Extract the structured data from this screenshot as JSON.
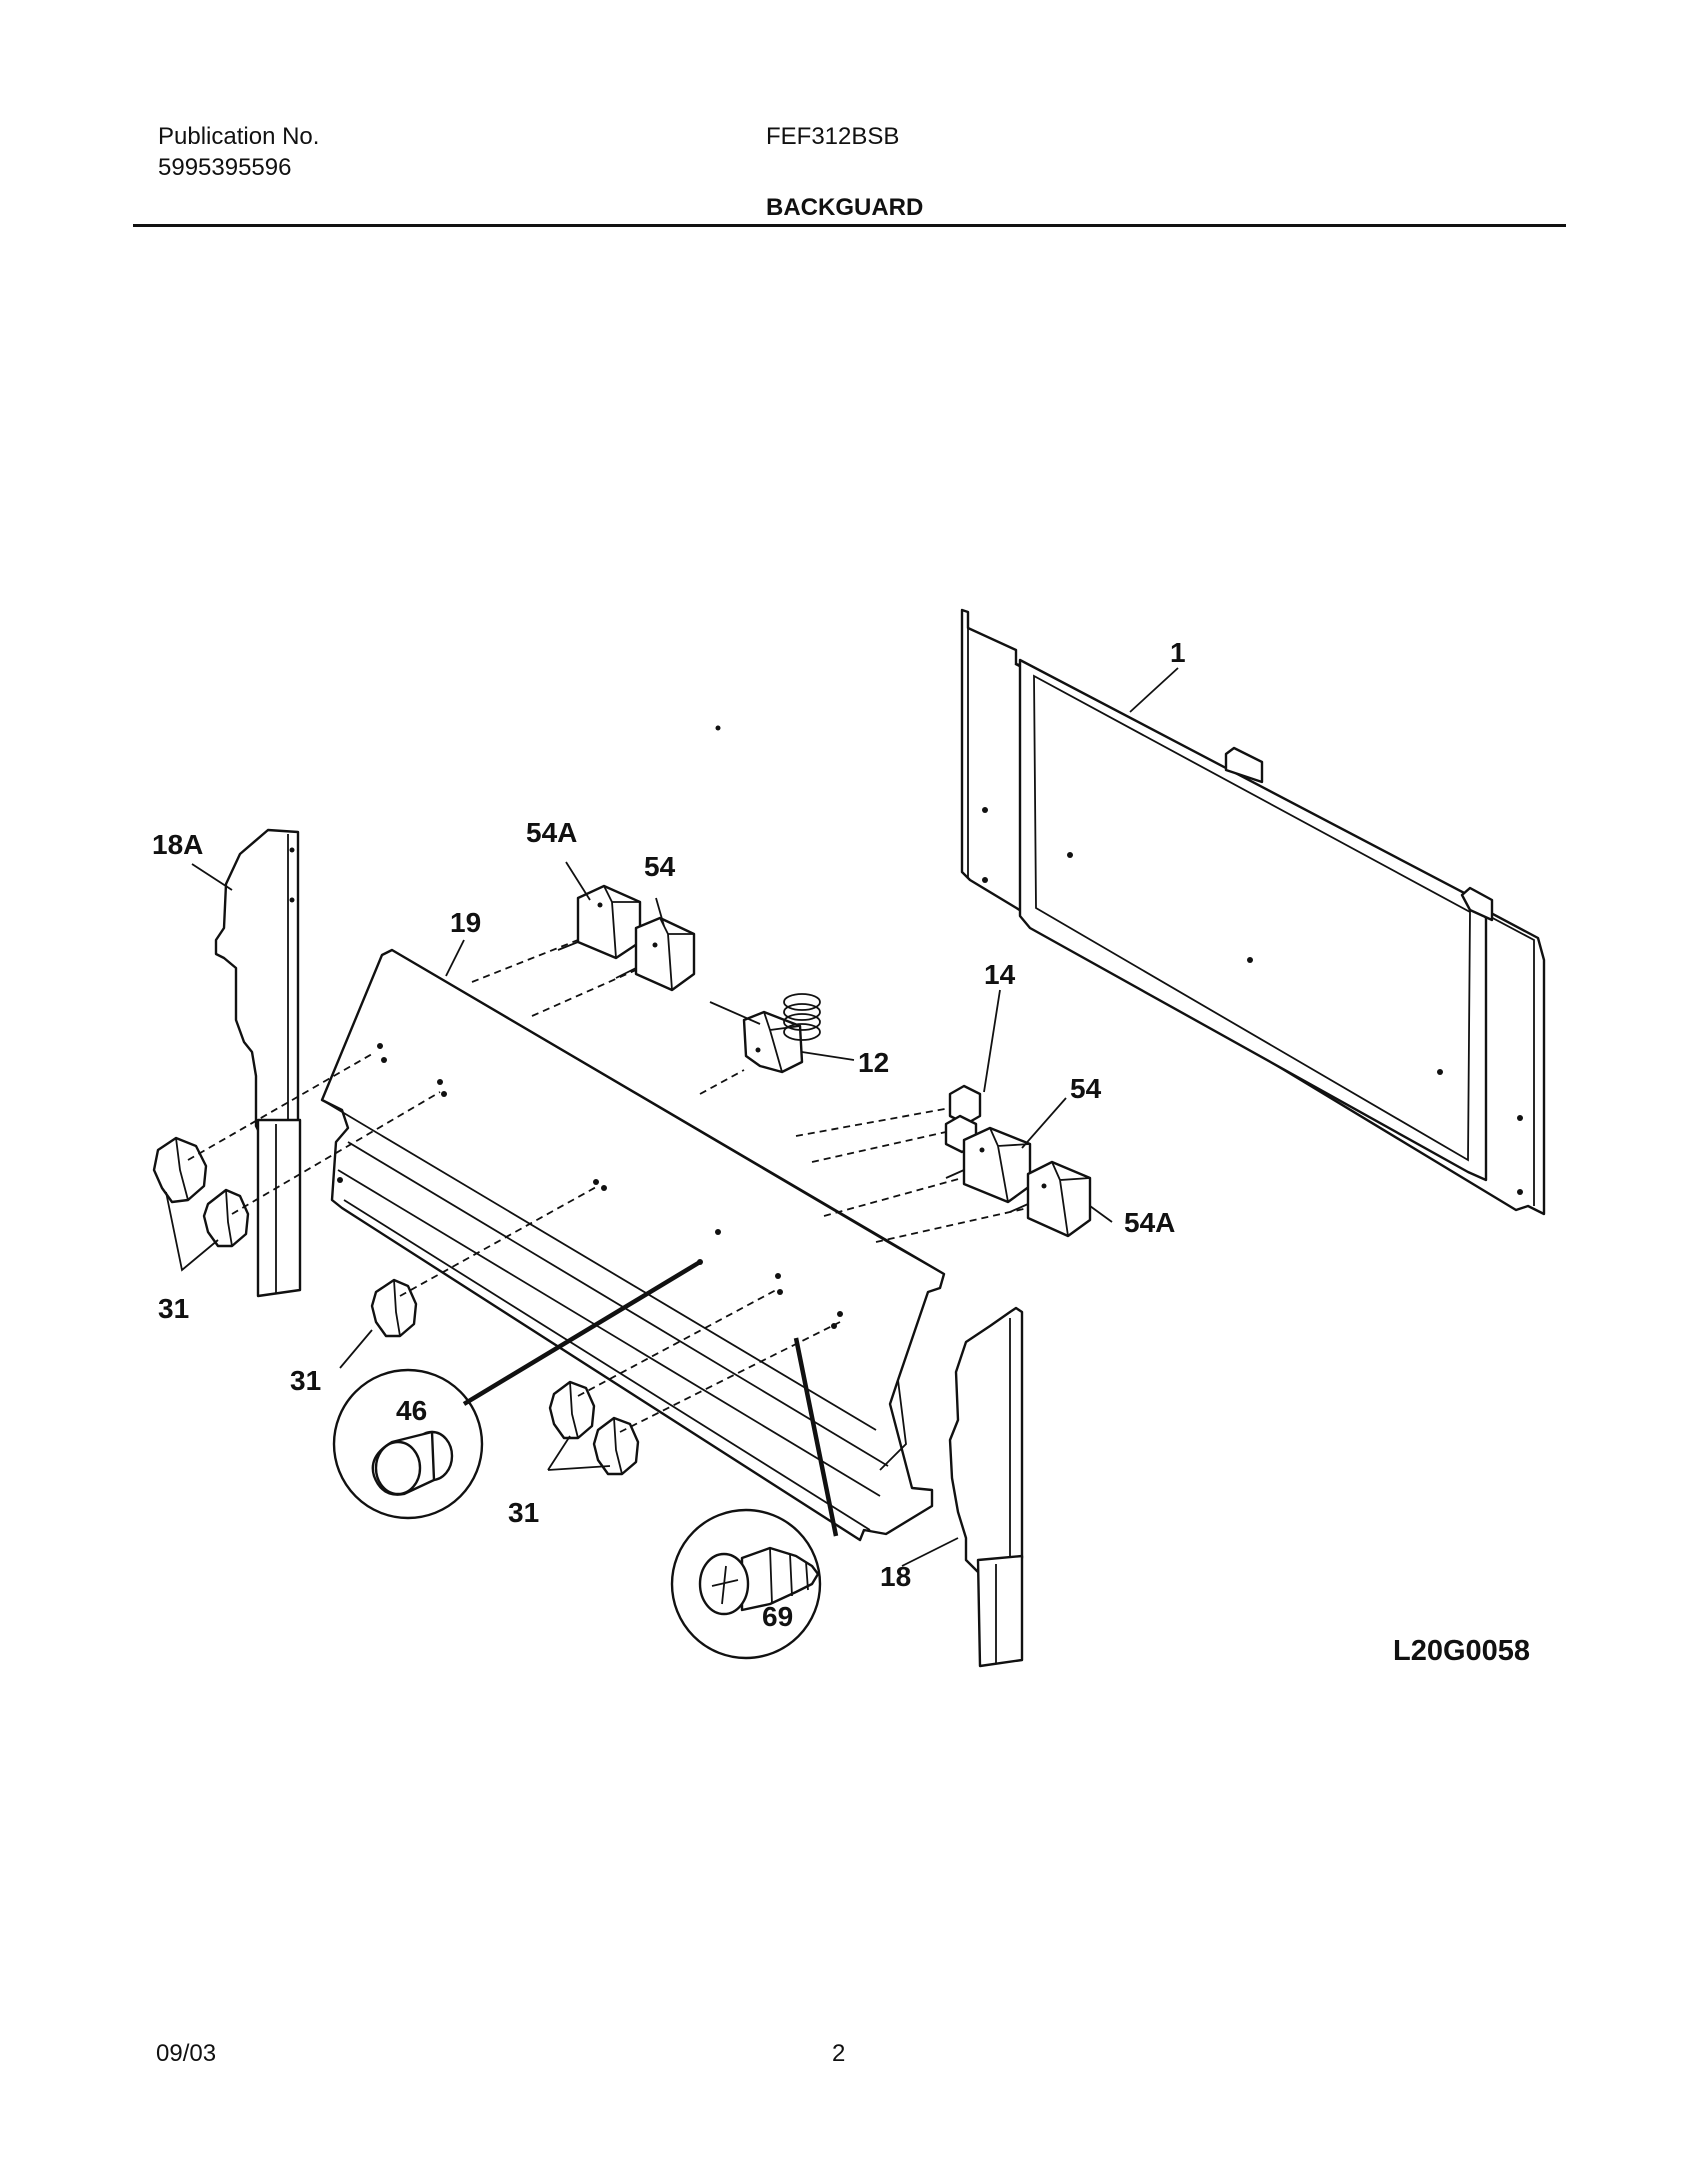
{
  "header": {
    "publication_label": "Publication No.",
    "publication_number": "5995395596",
    "model": "FEF312BSB",
    "section_title": "BACKGUARD"
  },
  "diagram": {
    "drawing_code": "L20G0058",
    "callouts": {
      "c1": "1",
      "c18a": "18A",
      "c54a_top": "54A",
      "c54_top": "54",
      "c19": "19",
      "c14": "14",
      "c12": "12",
      "c54_right": "54",
      "c54a_right": "54A",
      "c31_a": "31",
      "c31_b": "31",
      "c31_c": "31",
      "c46": "46",
      "c69": "69",
      "c18": "18"
    }
  },
  "footer": {
    "date": "09/03",
    "page": "2"
  }
}
